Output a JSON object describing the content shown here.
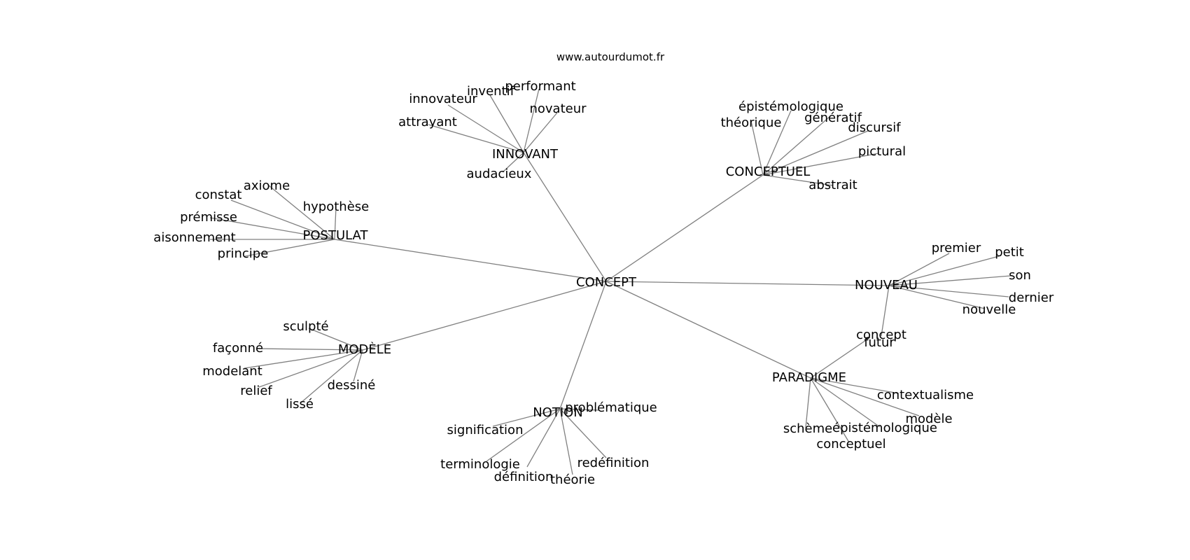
{
  "credit": "www.autourdumot.fr",
  "diagram": {
    "root": "CONCEPT",
    "hubs": [
      {
        "label": "INNOVANT",
        "leaves": [
          "attrayant",
          "innovateur",
          "inventif",
          "performant",
          "novateur",
          "audacieux"
        ]
      },
      {
        "label": "CONCEPTUEL",
        "leaves": [
          "théorique",
          "épistémologique",
          "génératif",
          "discursif",
          "pictural",
          "abstrait"
        ]
      },
      {
        "label": "POSTULAT",
        "leaves": [
          "constat",
          "axiome",
          "hypothèse",
          "prémisse",
          "aisonnement",
          "principe"
        ]
      },
      {
        "label": "NOUVEAU",
        "leaves": [
          "premier",
          "petit",
          "son",
          "dernier",
          "nouvelle",
          "futur"
        ]
      },
      {
        "label": "MODÈLE",
        "leaves": [
          "sculpté",
          "façonné",
          "modelant",
          "relief",
          "lissé",
          "dessiné"
        ]
      },
      {
        "label": "PARADIGME",
        "leaves": [
          "concept",
          "contextualisme",
          "modèle",
          "épistémologique",
          "conceptuel",
          "schème"
        ]
      },
      {
        "label": "NOTION",
        "leaves": [
          "problématique",
          "signification",
          "terminologie",
          "définition",
          "théorie",
          "redéfinition"
        ]
      }
    ]
  }
}
